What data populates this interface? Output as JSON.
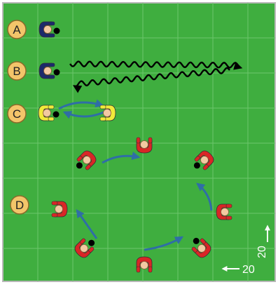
{
  "colors": {
    "pitch": "#3fae3f",
    "grid": "#6cc66c",
    "border": "#b8b8b8",
    "badge_fill": "#f3c56a",
    "badge_stroke": "#8a6a2a",
    "team_navy": "#1c2a6b",
    "team_yellow": "#f1ea3a",
    "team_red": "#d92626",
    "skin": "#f2c9a2",
    "ball": "#000000",
    "pass_arrow": "#2f6ea6",
    "dribble_arrow": "#000000",
    "measure": "#ffffff"
  },
  "drill_labels": [
    {
      "id": "A",
      "label": "A"
    },
    {
      "id": "B",
      "label": "B"
    },
    {
      "id": "C",
      "label": "C"
    },
    {
      "id": "D",
      "label": "D"
    }
  ],
  "players": [
    {
      "group": "A",
      "team": "navy",
      "facing": "right",
      "has_ball": true
    },
    {
      "group": "B",
      "team": "navy",
      "facing": "right",
      "has_ball": true
    },
    {
      "group": "C",
      "team": "yellow",
      "facing": "right",
      "has_ball": true
    },
    {
      "group": "C",
      "team": "yellow",
      "facing": "left",
      "has_ball": false
    },
    {
      "group": "D",
      "team": "red",
      "facing": "down-left",
      "has_ball": true
    },
    {
      "group": "D",
      "team": "red",
      "facing": "up",
      "has_ball": false
    },
    {
      "group": "D",
      "team": "red",
      "facing": "down-left",
      "has_ball": true
    },
    {
      "group": "D",
      "team": "red",
      "facing": "right",
      "has_ball": false
    },
    {
      "group": "D",
      "team": "red",
      "facing": "left",
      "has_ball": false
    },
    {
      "group": "D",
      "team": "red",
      "facing": "up-right",
      "has_ball": true
    },
    {
      "group": "D",
      "team": "red",
      "facing": "down",
      "has_ball": false
    },
    {
      "group": "D",
      "team": "red",
      "facing": "up-left",
      "has_ball": true
    }
  ],
  "dimensions": {
    "vertical": "20",
    "horizontal": "20"
  }
}
